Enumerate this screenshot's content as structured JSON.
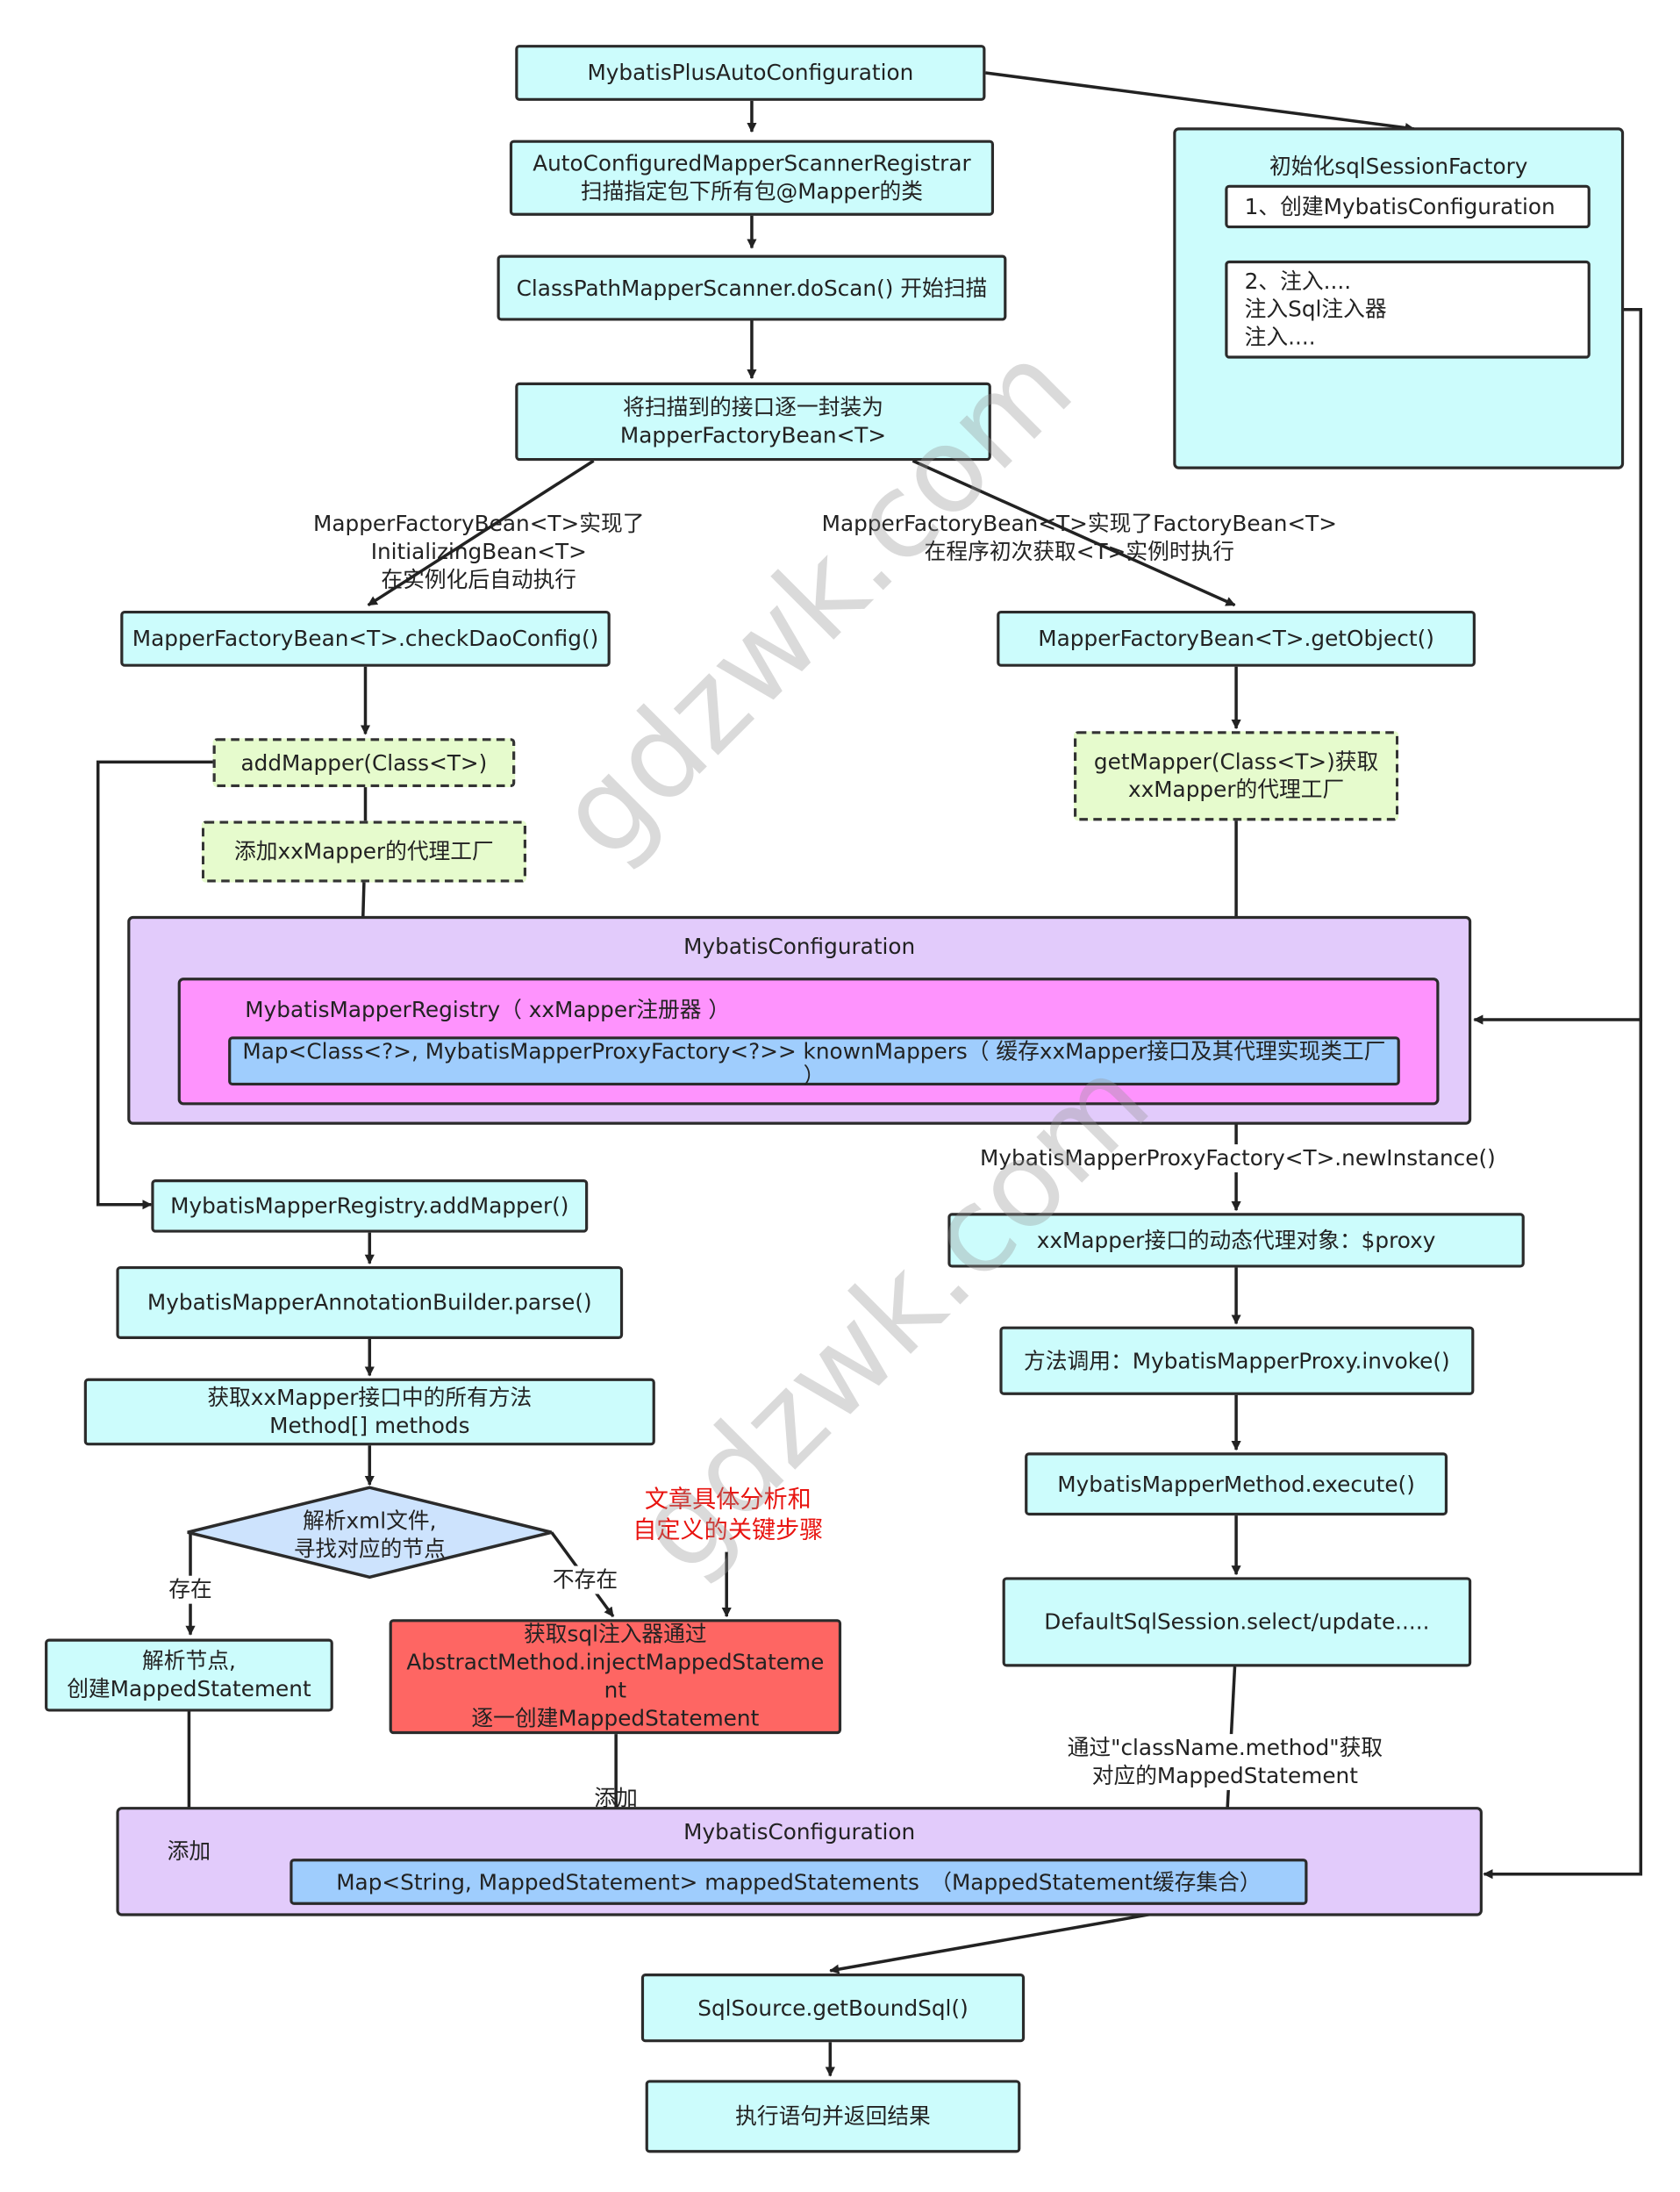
{
  "nodes": {
    "auto_config": "MybatisPlusAutoConfiguration",
    "registrar": "AutoConfiguredMapperScannerRegistrar\n扫描指定包下所有包@Mapper的类",
    "do_scan": "ClassPathMapperScanner.doScan() 开始扫描",
    "wrap": "将扫描到的接口逐一封装为\nMapperFactoryBean<T>",
    "check_dao": "MapperFactoryBean<T>.checkDaoConfig()",
    "get_object": "MapperFactoryBean<T>.getObject()",
    "add_mapper": "addMapper(Class<T>)",
    "add_proxy_factory": "添加xxMapper的代理工厂",
    "get_mapper": "getMapper(Class<T>)获取\nxxMapper的代理工厂",
    "registry_add": "MybatisMapperRegistry.addMapper()",
    "annotation_parse": "MybatisMapperAnnotationBuilder.parse()",
    "get_methods": "获取xxMapper接口中的所有方法\nMethod[] methods",
    "parse_xml": "解析xml文件,\n寻找对应的节点",
    "parse_node": "解析节点,\n创建MappedStatement",
    "inject": "获取sql注入器通过\nAbstractMethod.injectMappedStateme\nnt\n逐一创建MappedStatement",
    "proxy_obj": "xxMapper接口的动态代理对象：$proxy",
    "invoke": "方法调用：MybatisMapperProxy.invoke()",
    "execute": "MybatisMapperMethod.execute()",
    "select_update": "DefaultSqlSession.select/update.....",
    "bound_sql": "SqlSource.getBoundSql()",
    "exec_return": "执行语句并返回结果"
  },
  "groups": {
    "session_factory": {
      "title": "初始化sqlSessionFactory",
      "step1": "1、创建MybatisConfiguration",
      "step2": "2、注入....\n      注入Sql注入器\n      注入...."
    },
    "config_top": {
      "title": "MybatisConfiguration",
      "registry": "MybatisMapperRegistry（ xxMapper注册器 ）",
      "known_mappers": "Map<Class<?>, MybatisMapperProxyFactory<?>> knownMappers（ 缓存xxMapper接口及其代理实现类工厂\n）"
    },
    "config_bottom": {
      "title": "MybatisConfiguration",
      "mapped": "Map<String, MappedStatement> mappedStatements　（MappedStatement缓存集合）"
    }
  },
  "labels": {
    "initializing": "MapperFactoryBean<T>实现了InitializingBean<T>\n在实例化后自动执行",
    "factory_bean": "MapperFactoryBean<T>实现了FactoryBean<T>\n在程序初次获取<T>实例时执行",
    "new_instance": "MybatisMapperProxyFactory<T>.newInstance()",
    "exists": "存在",
    "not_exists": "不存在",
    "add1": "添加",
    "add2": "添加",
    "by_name": "通过\"className.method\"获取\n对应的MappedStatement",
    "article_note": "文章具体分析和\n自定义的关键步骤"
  },
  "watermark": "gdzwk.com",
  "colors": {
    "cyan": "#ccfcfc",
    "purple": "#e2cbfb",
    "pink": "#fe93fd",
    "blue": "#9fcdfd",
    "green": "#e6fbcd",
    "red": "#fe6663",
    "diamond": "#cde3fd",
    "note_text": "#e8130f"
  }
}
